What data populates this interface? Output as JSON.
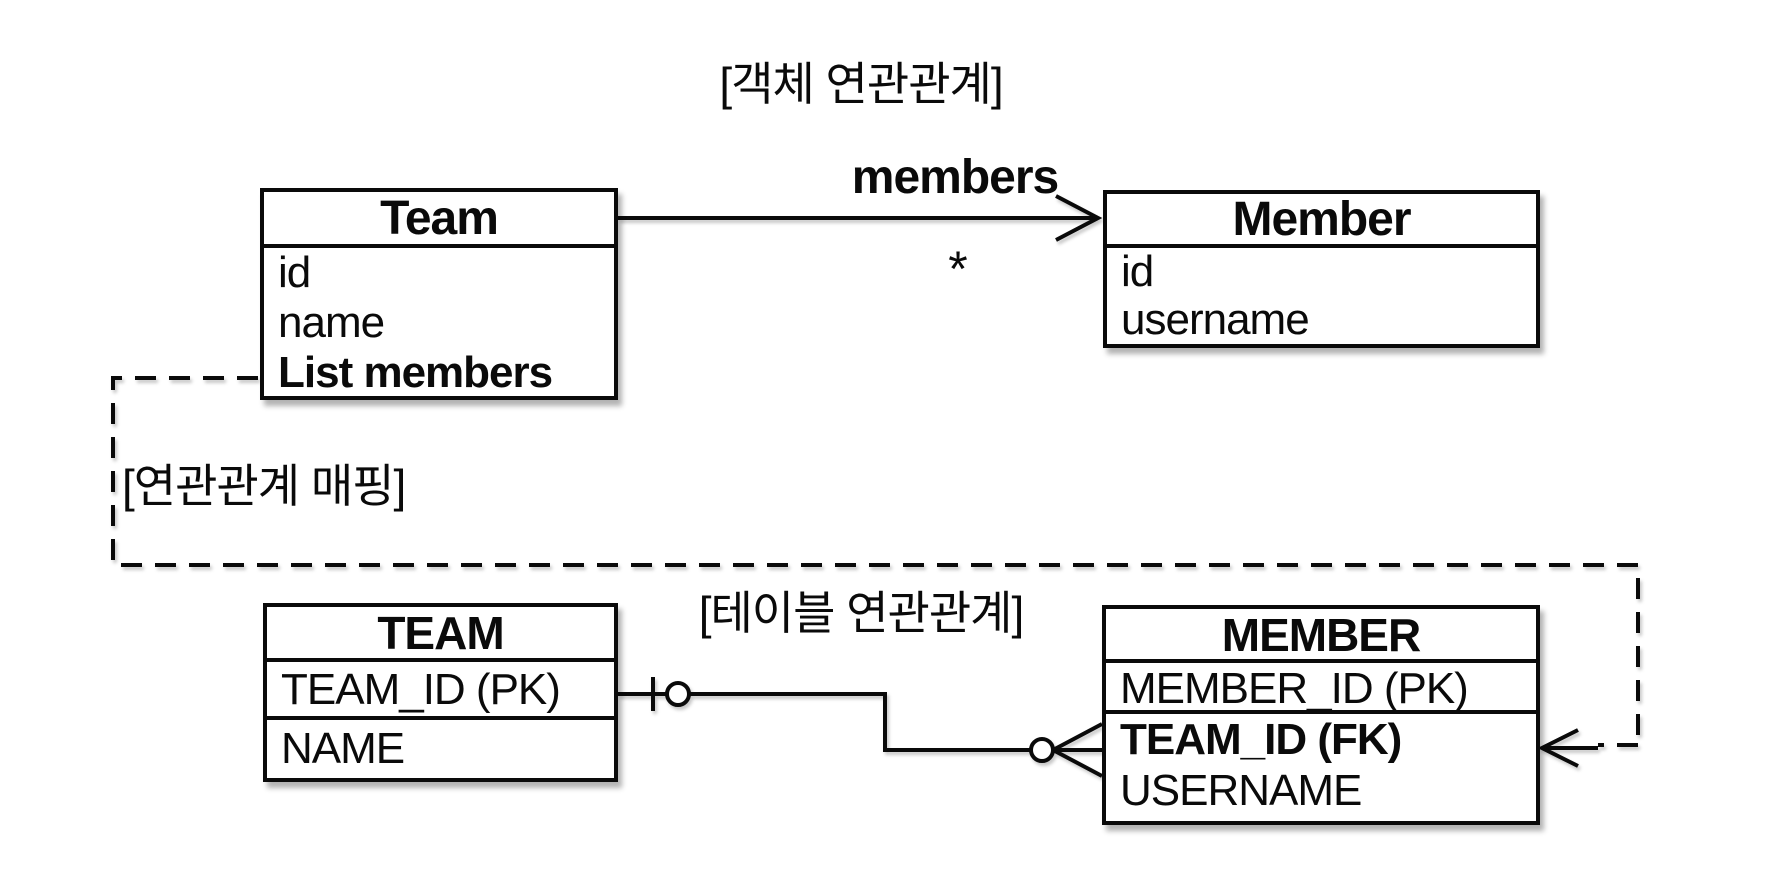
{
  "titles": {
    "object_relation": "[객체 연관관계]",
    "mapping": "[연관관계 매핑]",
    "table_relation": "[테이블 연관관계]"
  },
  "object_diagram": {
    "team": {
      "title": "Team",
      "fields": [
        "id",
        "name",
        "List members"
      ]
    },
    "member": {
      "title": "Member",
      "fields": [
        "id",
        "username"
      ]
    },
    "arrow_label": "members",
    "multiplicity": "*"
  },
  "table_diagram": {
    "team": {
      "title": "TEAM",
      "fields": [
        "TEAM_ID (PK)",
        "NAME"
      ]
    },
    "member": {
      "title": "MEMBER",
      "fields": [
        "MEMBER_ID (PK)",
        "TEAM_ID (FK)",
        "USERNAME"
      ]
    }
  },
  "notation": {
    "object_arrow": "open-arrow-right",
    "team_side": [
      "one-tick",
      "zero-circle"
    ],
    "member_side": [
      "zero-circle",
      "crow-foot-many"
    ],
    "mapping_line": "dashed-polyline-with-open-arrow"
  },
  "colors": {
    "line": "#0a0a0a",
    "background": "#ffffff"
  }
}
